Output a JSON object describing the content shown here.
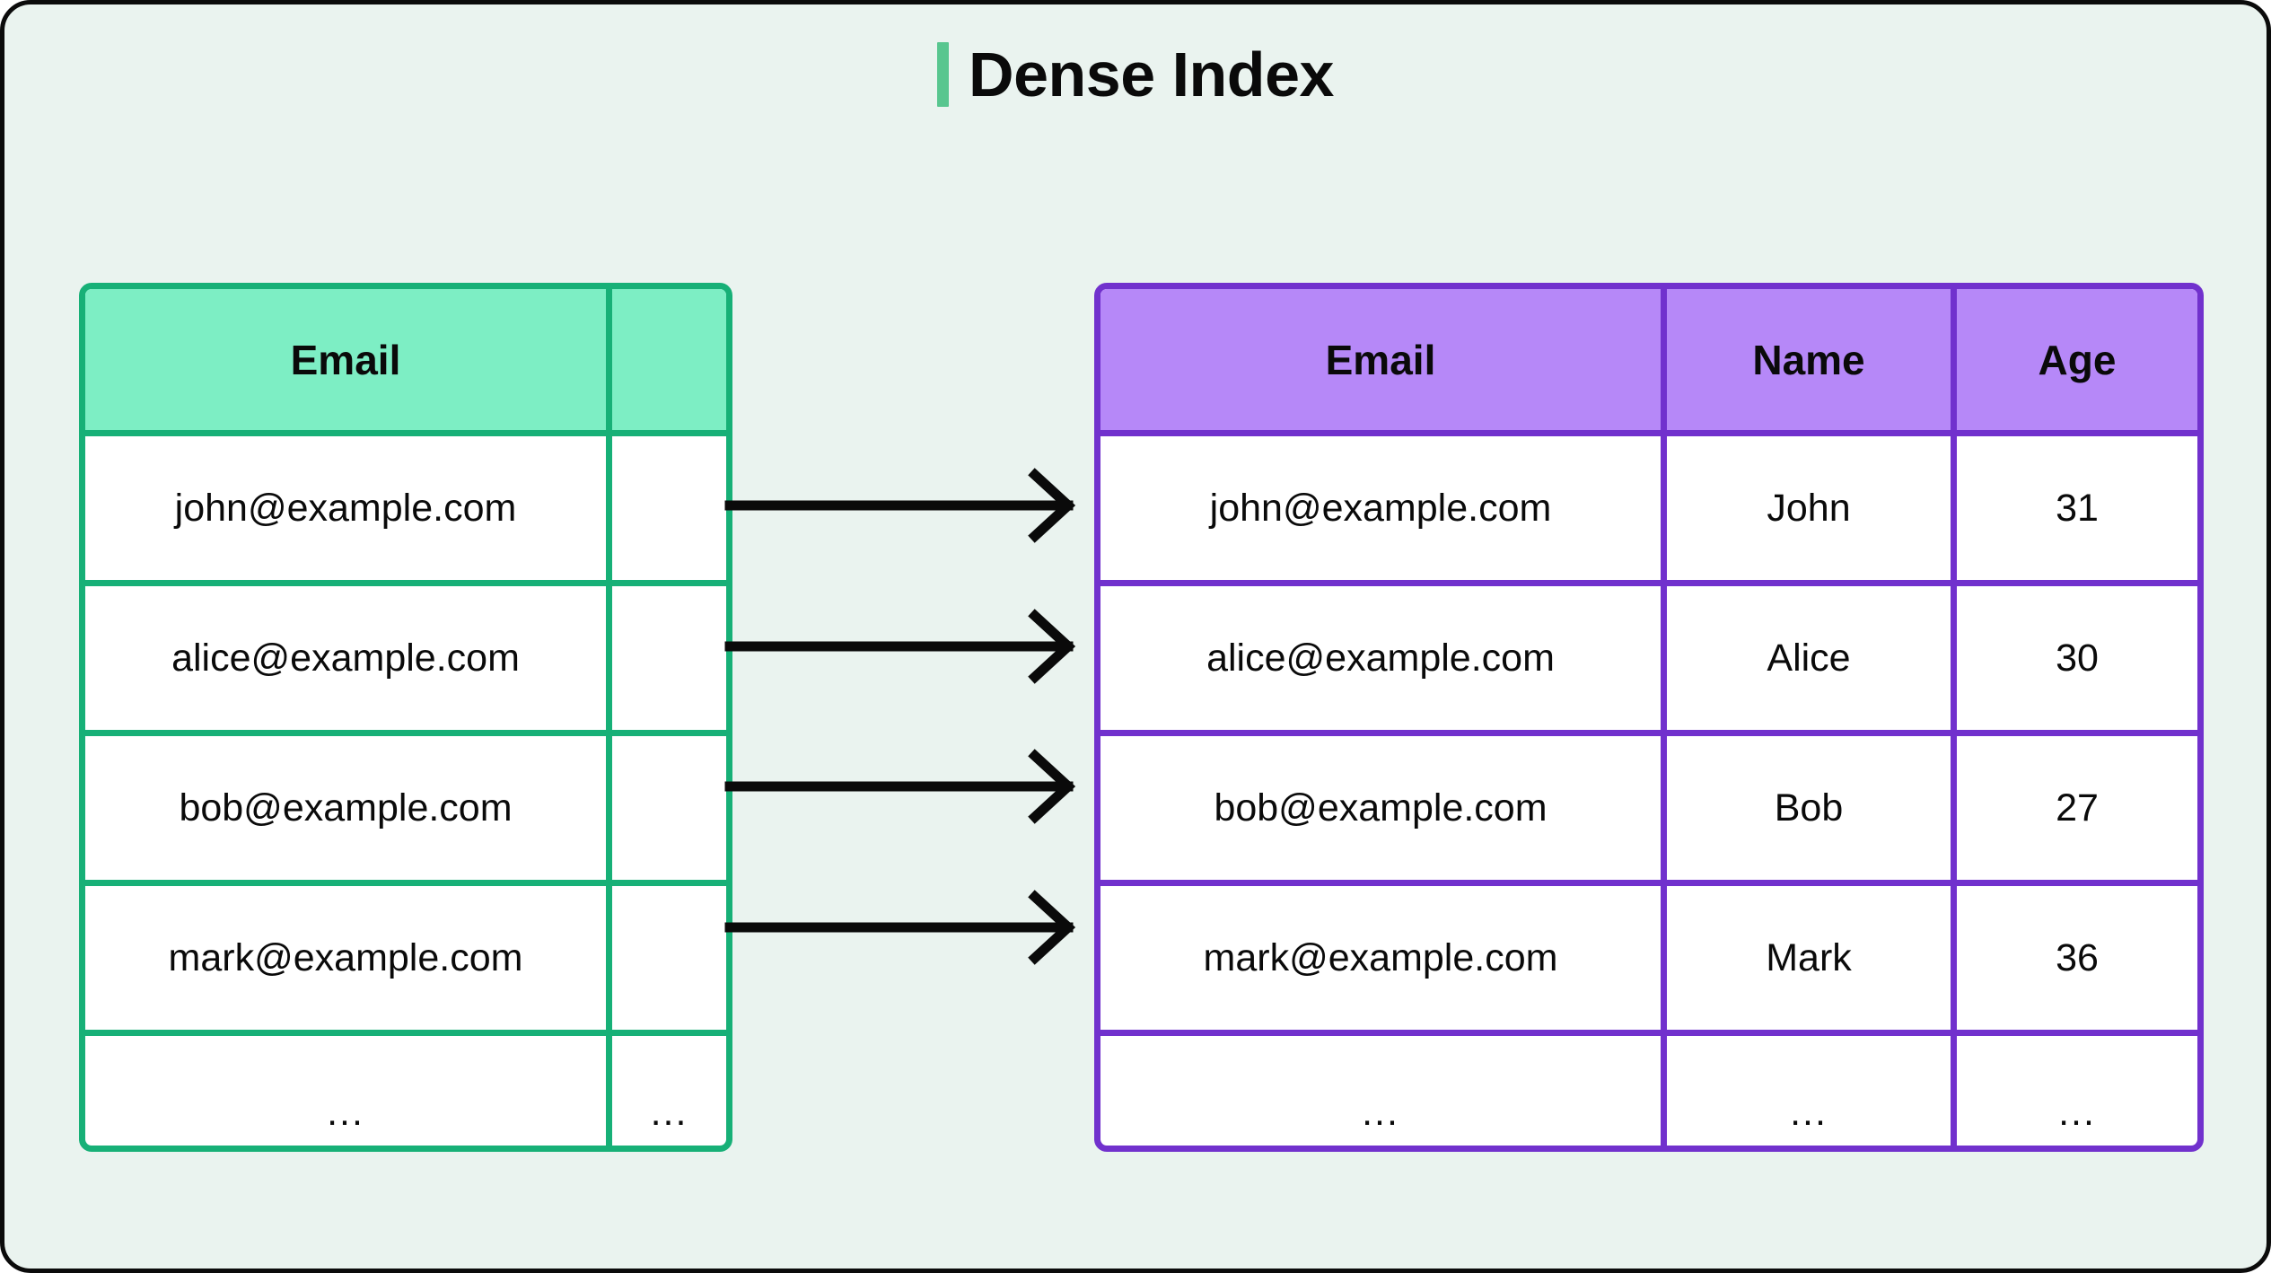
{
  "page": {
    "title": "Dense Index",
    "background_color": "#EAF3EF",
    "border_color": "#0B0B0B",
    "accent_bar_color": "#58C68F"
  },
  "index_table": {
    "name": "dense-index-table",
    "border_color": "#17B077",
    "header_fill": "#7DEEC4",
    "columns": [
      "Email",
      ""
    ],
    "rows": [
      {
        "email": "john@example.com",
        "pointer": ""
      },
      {
        "email": "alice@example.com",
        "pointer": ""
      },
      {
        "email": "bob@example.com",
        "pointer": ""
      },
      {
        "email": "mark@example.com",
        "pointer": ""
      },
      {
        "email": "...",
        "pointer": "..."
      }
    ]
  },
  "data_table": {
    "name": "data-records-table",
    "border_color": "#7131CD",
    "header_fill": "#B688F8",
    "columns": [
      "Email",
      "Name",
      "Age"
    ],
    "rows": [
      {
        "email": "john@example.com",
        "name": "John",
        "age": "31"
      },
      {
        "email": "alice@example.com",
        "name": "Alice",
        "age": "30"
      },
      {
        "email": "bob@example.com",
        "name": "Bob",
        "age": "27"
      },
      {
        "email": "mark@example.com",
        "name": "Mark",
        "age": "36"
      },
      {
        "email": "...",
        "name": "...",
        "age": "..."
      }
    ]
  },
  "arrows": {
    "count": 4,
    "color": "#0A0A0A",
    "label": "index entry points to data record"
  }
}
